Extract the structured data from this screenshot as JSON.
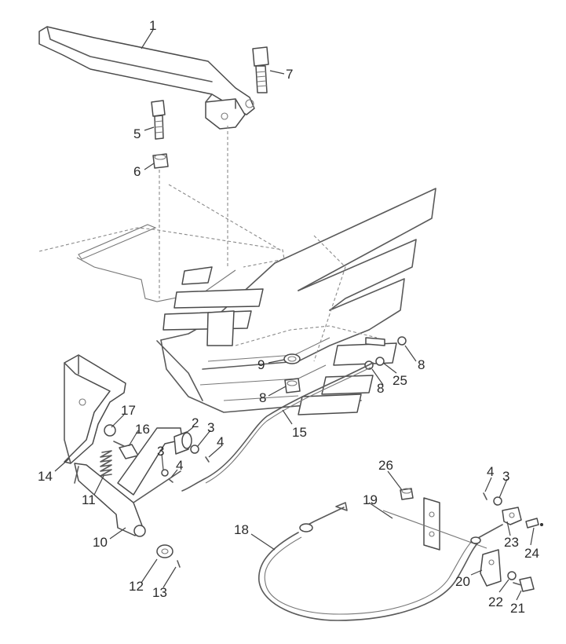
{
  "callouts": [
    {
      "id": "c1",
      "text": "1"
    },
    {
      "id": "c7",
      "text": "7"
    },
    {
      "id": "c5",
      "text": "5"
    },
    {
      "id": "c6",
      "text": "6"
    },
    {
      "id": "c9",
      "text": "9"
    },
    {
      "id": "c8a",
      "text": "8"
    },
    {
      "id": "c8b",
      "text": "8"
    },
    {
      "id": "c8c",
      "text": "8"
    },
    {
      "id": "c25",
      "text": "25"
    },
    {
      "id": "c15",
      "text": "15"
    },
    {
      "id": "c17",
      "text": "17"
    },
    {
      "id": "c16",
      "text": "16"
    },
    {
      "id": "c2",
      "text": "2"
    },
    {
      "id": "c3a",
      "text": "3"
    },
    {
      "id": "c4a",
      "text": "4"
    },
    {
      "id": "c3b",
      "text": "3"
    },
    {
      "id": "c4b",
      "text": "4"
    },
    {
      "id": "c14",
      "text": "14"
    },
    {
      "id": "c11",
      "text": "11"
    },
    {
      "id": "c10",
      "text": "10"
    },
    {
      "id": "c12",
      "text": "12"
    },
    {
      "id": "c13",
      "text": "13"
    },
    {
      "id": "c26",
      "text": "26"
    },
    {
      "id": "c19",
      "text": "19"
    },
    {
      "id": "c4c",
      "text": "4"
    },
    {
      "id": "c3c",
      "text": "3"
    },
    {
      "id": "c18",
      "text": "18"
    },
    {
      "id": "c23",
      "text": "23"
    },
    {
      "id": "c24",
      "text": "24"
    },
    {
      "id": "c20",
      "text": "20"
    },
    {
      "id": "c22",
      "text": "22"
    },
    {
      "id": "c21",
      "text": "21"
    }
  ]
}
